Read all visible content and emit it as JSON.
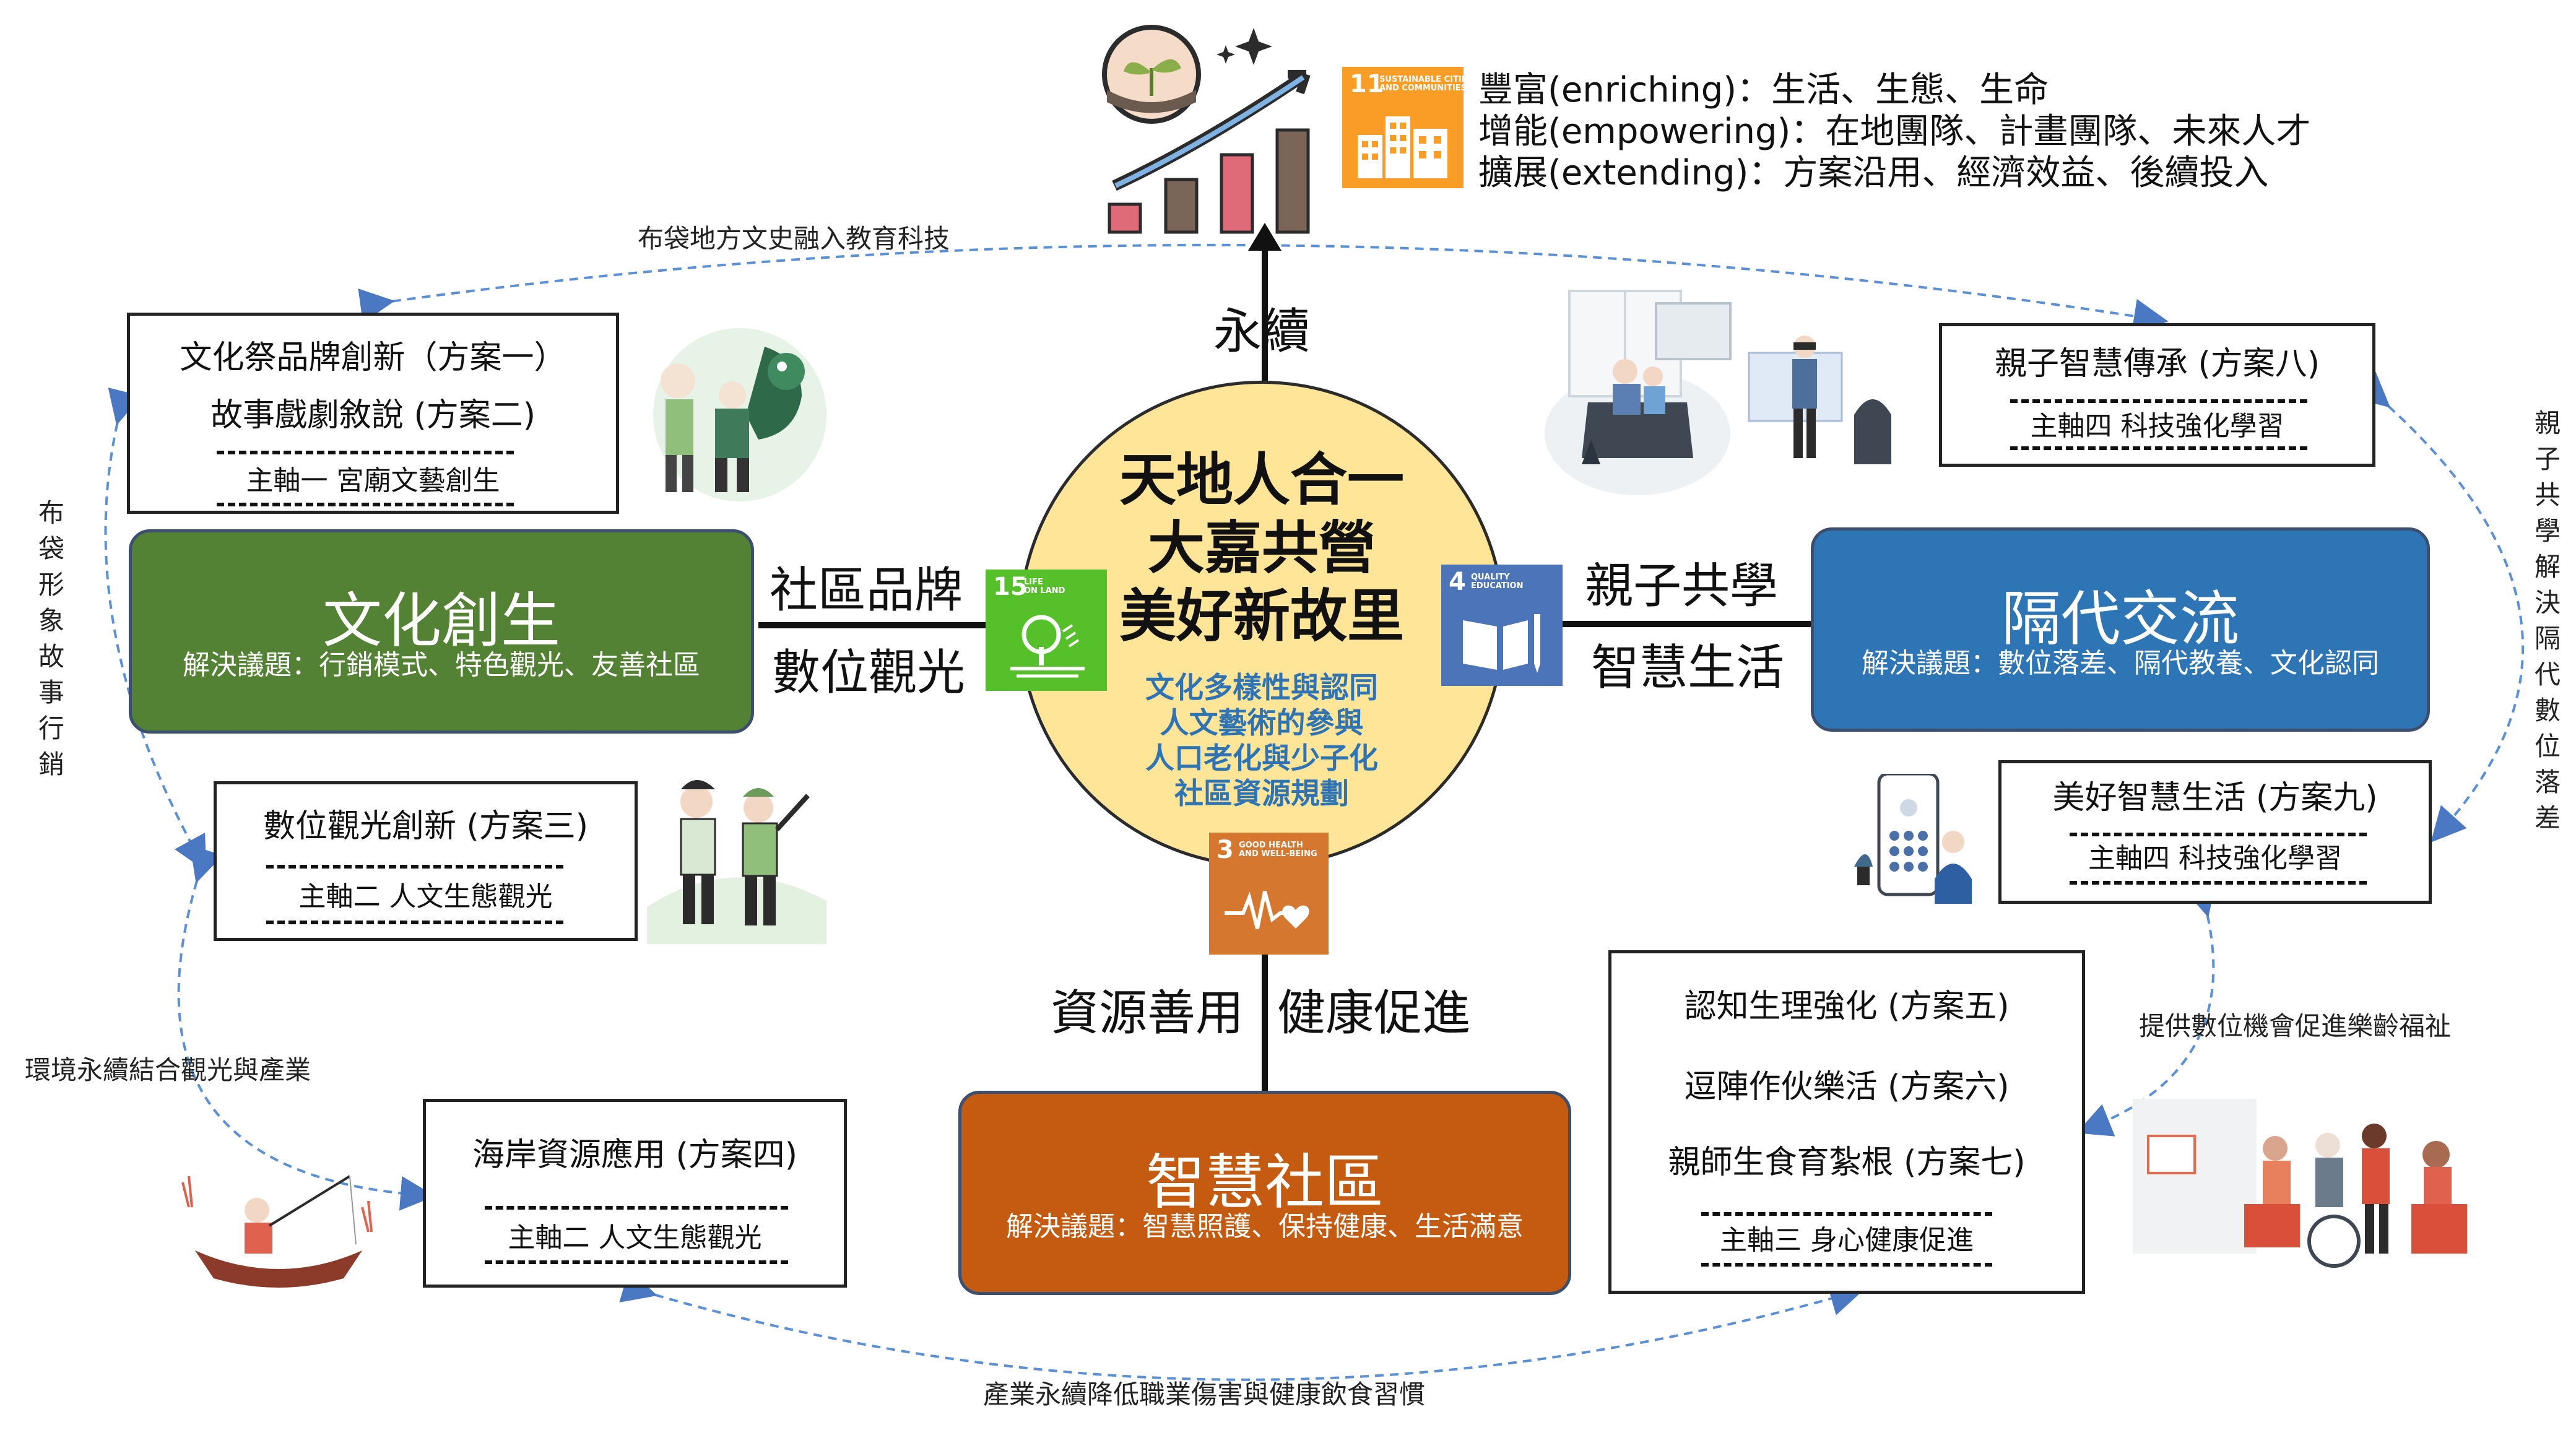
{
  "center": {
    "title_lines": [
      "天地人合一",
      "大嘉共營",
      "美好新故里"
    ],
    "issues": [
      "文化多樣性與認同",
      "人文藝術的參與",
      "人口老化與少子化",
      "社區資源規劃"
    ]
  },
  "pillars": {
    "culture": {
      "title": "文化創生",
      "subtitle": "解決議題：行銷模式、特色觀光、友善社區",
      "color": "#548235"
    },
    "intergen": {
      "title": "隔代交流",
      "subtitle": "解決議題：數位落差、隔代教養、文化認同",
      "color": "#2e75b6"
    },
    "community": {
      "title": "智慧社區",
      "subtitle": "解決議題：智慧照護、保持健康、生活滿意",
      "color": "#c55a11"
    }
  },
  "connectors": {
    "left_top": "社區品牌",
    "left_bottom": "數位觀光",
    "right_top": "親子共學",
    "right_bottom": "智慧生活",
    "bottom_left": "資源善用",
    "bottom_right": "健康促進",
    "top": "永續"
  },
  "goals": {
    "line1": "豐富(enriching)：生活、生態、生命",
    "line2": "增能(empowering)：在地團隊、計畫團隊、未來人才",
    "line3": "擴展(extending)：方案沿用、經濟效益、後續投入"
  },
  "boxes": {
    "plan12": {
      "line1": "文化祭品牌創新（方案一）",
      "line2": "故事戲劇敘說 (方案二)",
      "axis": "主軸一  宮廟文藝創生"
    },
    "plan3": {
      "title": "數位觀光創新 (方案三)",
      "axis": "主軸二 人文生態觀光"
    },
    "plan4": {
      "title": "海岸資源應用 (方案四)",
      "axis": "主軸二 人文生態觀光"
    },
    "plan567": {
      "line1": "認知生理強化 (方案五)",
      "line2": "逗陣作伙樂活 (方案六)",
      "line3": "親師生食育紮根 (方案七)",
      "axis": "主軸三 身心健康促進"
    },
    "plan8": {
      "title": "親子智慧傳承 (方案八)",
      "axis": "主軸四  科技強化學習"
    },
    "plan9": {
      "title": "美好智慧生活 (方案九)",
      "axis": "主軸四  科技強化學習"
    }
  },
  "arcs": {
    "top": "布袋地方文史融入教育科技",
    "left_vertical": "布袋形象故事行銷",
    "left_bottom": "環境永續結合觀光與產業",
    "bottom": "產業永續降低職業傷害與健康飲食習慣",
    "right_vertical": "親子共學解決隔代數位落差",
    "right_bottom": "提供數位機會促進樂齡福祉"
  },
  "sdg": {
    "sdg15": {
      "num": "15",
      "text": "LIFE\nON LAND",
      "color": "#56c02b"
    },
    "sdg4": {
      "num": "4",
      "text": "QUALITY\nEDUCATION",
      "color": "#4c74b8"
    },
    "sdg3": {
      "num": "3",
      "text": "GOOD HEALTH\nAND WELL-BEING",
      "color": "#d5772f"
    },
    "sdg11": {
      "num": "11",
      "text": "SUSTAINABLE CITIES\nAND COMMUNITIES",
      "color": "#f99d26"
    }
  },
  "palette": {
    "line_blue": "#5b8fd6",
    "circle_fill": "#ffe598",
    "border_dark": "#222222"
  },
  "icons": [
    "sprout-icon",
    "growth-chart-icon",
    "sparkle-icon",
    "lion-dance-illustration",
    "hikers-illustration",
    "fishing-boat-illustration",
    "vr-family-illustration",
    "smartphone-illustration",
    "elderly-care-illustration"
  ]
}
